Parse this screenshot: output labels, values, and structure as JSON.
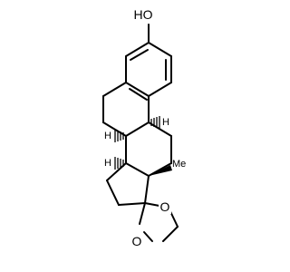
{
  "molecule": {
    "labels": {
      "hydroxyl": "HO",
      "hydroxyl_o": "O",
      "hydroxyl_h": "H",
      "ring_o1": "O",
      "ring_o2": "O",
      "h9": "H",
      "h8": "H",
      "methyl": "Me"
    },
    "colors": {
      "bond": "#000000",
      "background": "#ffffff"
    }
  }
}
